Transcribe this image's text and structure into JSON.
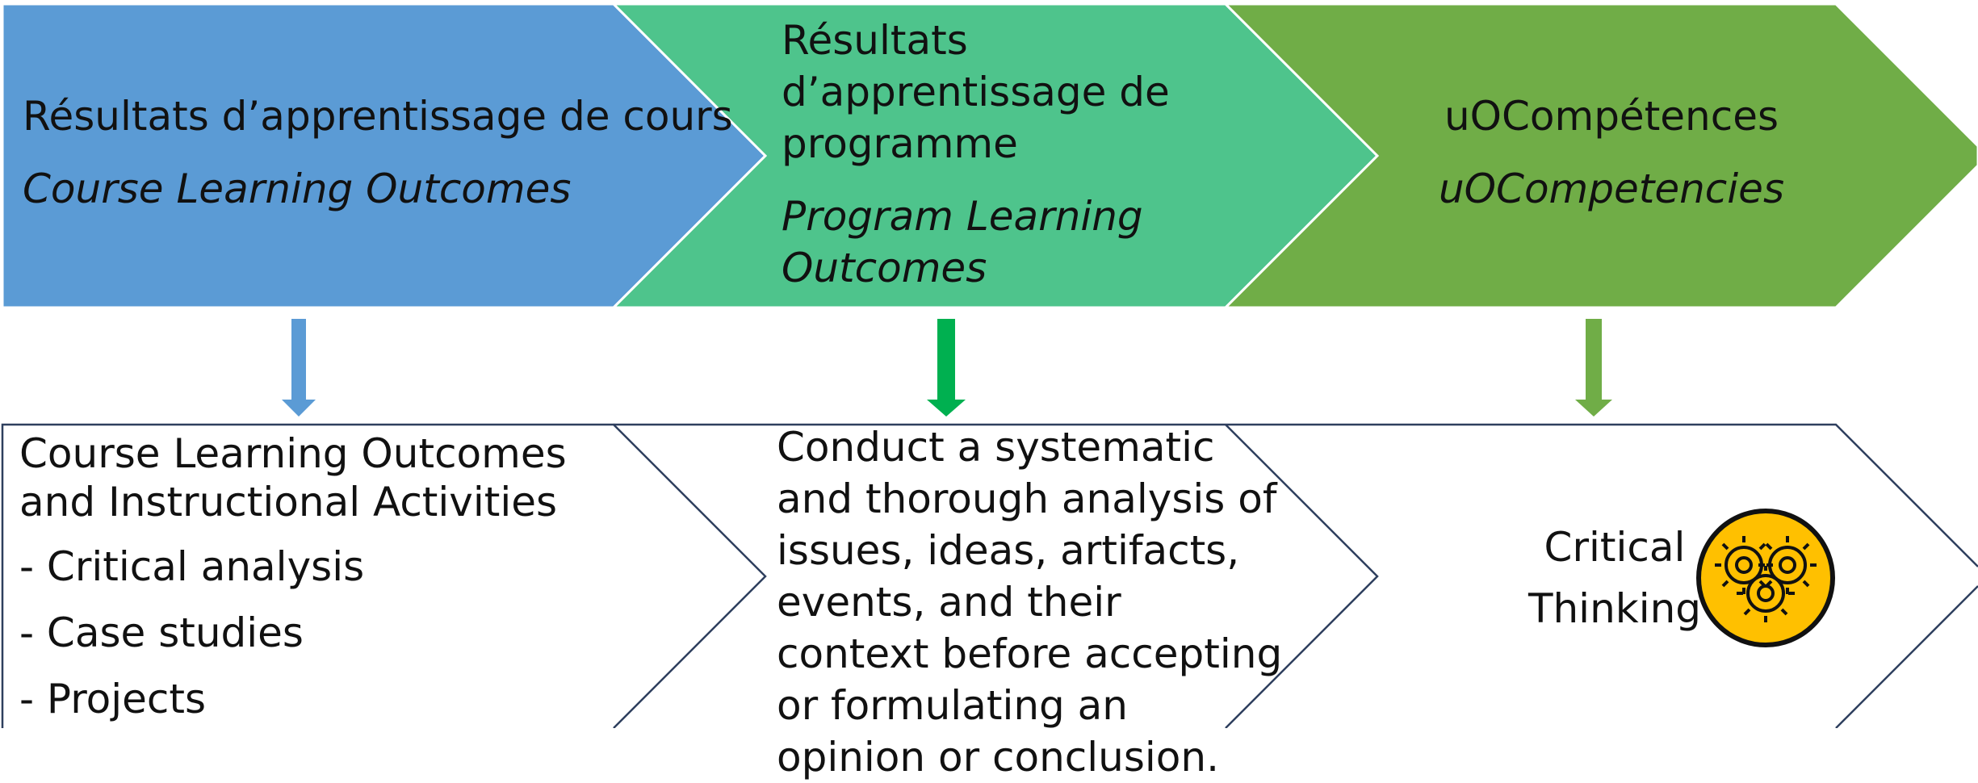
{
  "colors": {
    "blue": "#5b9bd5",
    "teal": "#4ec48c",
    "green": "#70ad47",
    "arrow_teal": "#00b050",
    "outline": "#2e3f5e",
    "gear_fill": "#ffc000"
  },
  "top_row": [
    {
      "french": "Résultats d’apprentissage de cours",
      "english": "Course Learning Outcomes"
    },
    {
      "french": "Résultats d’apprentissage de programme",
      "english": "Program Learning Outcomes"
    },
    {
      "french": "uOCompétences",
      "english": "uOCompetencies"
    }
  ],
  "bottom_row": {
    "course": {
      "heading": "Course Learning Outcomes and Instructional Activities",
      "items": [
        "- Critical analysis",
        "- Case studies",
        "- Projects"
      ]
    },
    "program": {
      "text": "Conduct a systematic and thorough analysis of issues, ideas, artifacts, events, and their context before accepting or formulating an opinion or conclusion."
    },
    "competency": {
      "label": "Critical Thinking",
      "icon": "gears-icon"
    }
  }
}
